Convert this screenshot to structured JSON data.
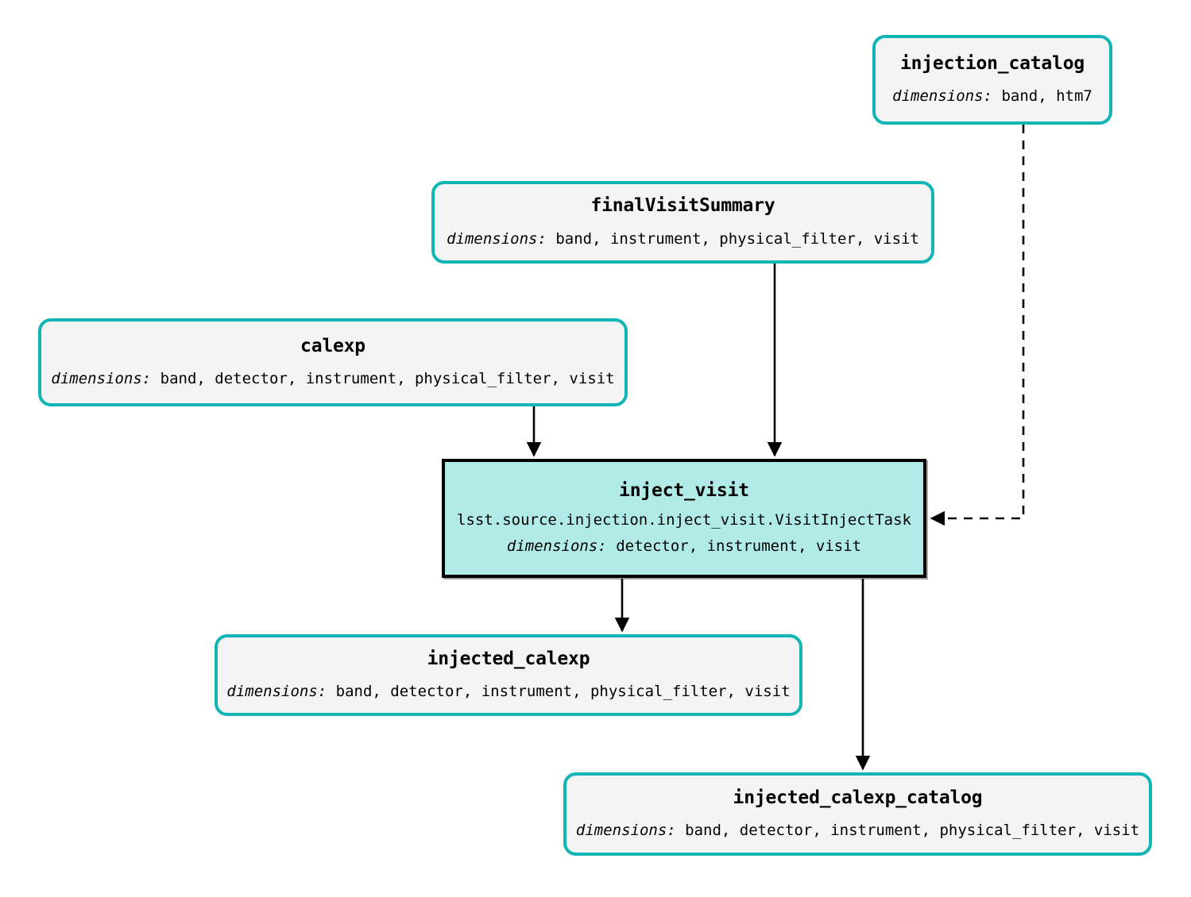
{
  "diagram": {
    "type": "pipeline-task-graph",
    "colors": {
      "dataset_border": "#12b5b5",
      "dataset_fill": "#f4f4f4",
      "task_border": "#000000",
      "task_fill": "#b0ebe8",
      "edge": "#000000",
      "background": "#ffffff"
    },
    "dimensions_label": "dimensions:",
    "nodes": [
      {
        "id": "injection_catalog",
        "kind": "dataset",
        "title": "injection_catalog",
        "dimensions": "band, htm7"
      },
      {
        "id": "finalVisitSummary",
        "kind": "dataset",
        "title": "finalVisitSummary",
        "dimensions": "band, instrument, physical_filter, visit"
      },
      {
        "id": "calexp",
        "kind": "dataset",
        "title": "calexp",
        "dimensions": "band, detector, instrument, physical_filter, visit"
      },
      {
        "id": "inject_visit",
        "kind": "task",
        "title": "inject_visit",
        "task_class": "lsst.source.injection.inject_visit.VisitInjectTask",
        "dimensions": "detector, instrument, visit"
      },
      {
        "id": "injected_calexp",
        "kind": "dataset",
        "title": "injected_calexp",
        "dimensions": "band, detector, instrument, physical_filter, visit"
      },
      {
        "id": "injected_calexp_catalog",
        "kind": "dataset",
        "title": "injected_calexp_catalog",
        "dimensions": "band, detector, instrument, physical_filter, visit"
      }
    ],
    "edges": [
      {
        "from": "calexp",
        "to": "inject_visit",
        "style": "solid"
      },
      {
        "from": "finalVisitSummary",
        "to": "inject_visit",
        "style": "solid"
      },
      {
        "from": "injection_catalog",
        "to": "inject_visit",
        "style": "dashed"
      },
      {
        "from": "inject_visit",
        "to": "injected_calexp",
        "style": "solid"
      },
      {
        "from": "inject_visit",
        "to": "injected_calexp_catalog",
        "style": "solid"
      }
    ]
  }
}
